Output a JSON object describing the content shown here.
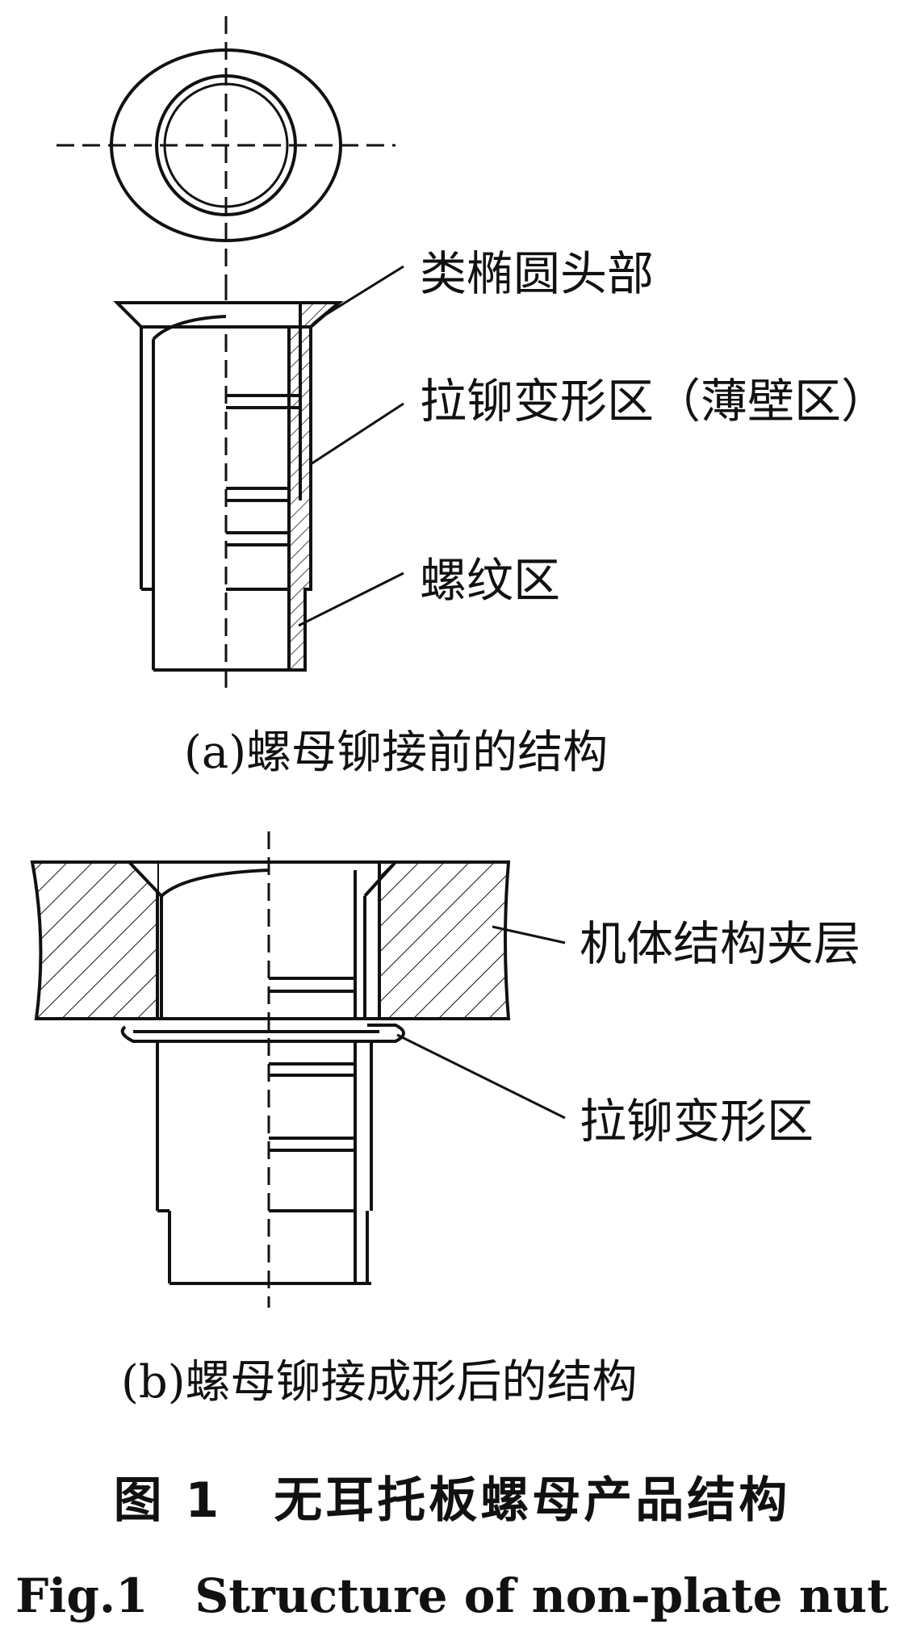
{
  "figure_a": {
    "labels": {
      "head": "类椭圆头部",
      "deform_zone_thin": "拉铆变形区（薄壁区）",
      "thread_zone": "螺纹区"
    },
    "caption": "(a)螺母铆接前的结构"
  },
  "figure_b": {
    "labels": {
      "sandwich": "机体结构夹层",
      "deform_zone": "拉铆变形区"
    },
    "caption": "(b)螺母铆接成形后的结构"
  },
  "caption_cn": "图 1　无耳托板螺母产品结构",
  "caption_en": "Fig.1　Structure of non-plate nut",
  "colors": {
    "line": "#111111",
    "background": "#ffffff"
  }
}
